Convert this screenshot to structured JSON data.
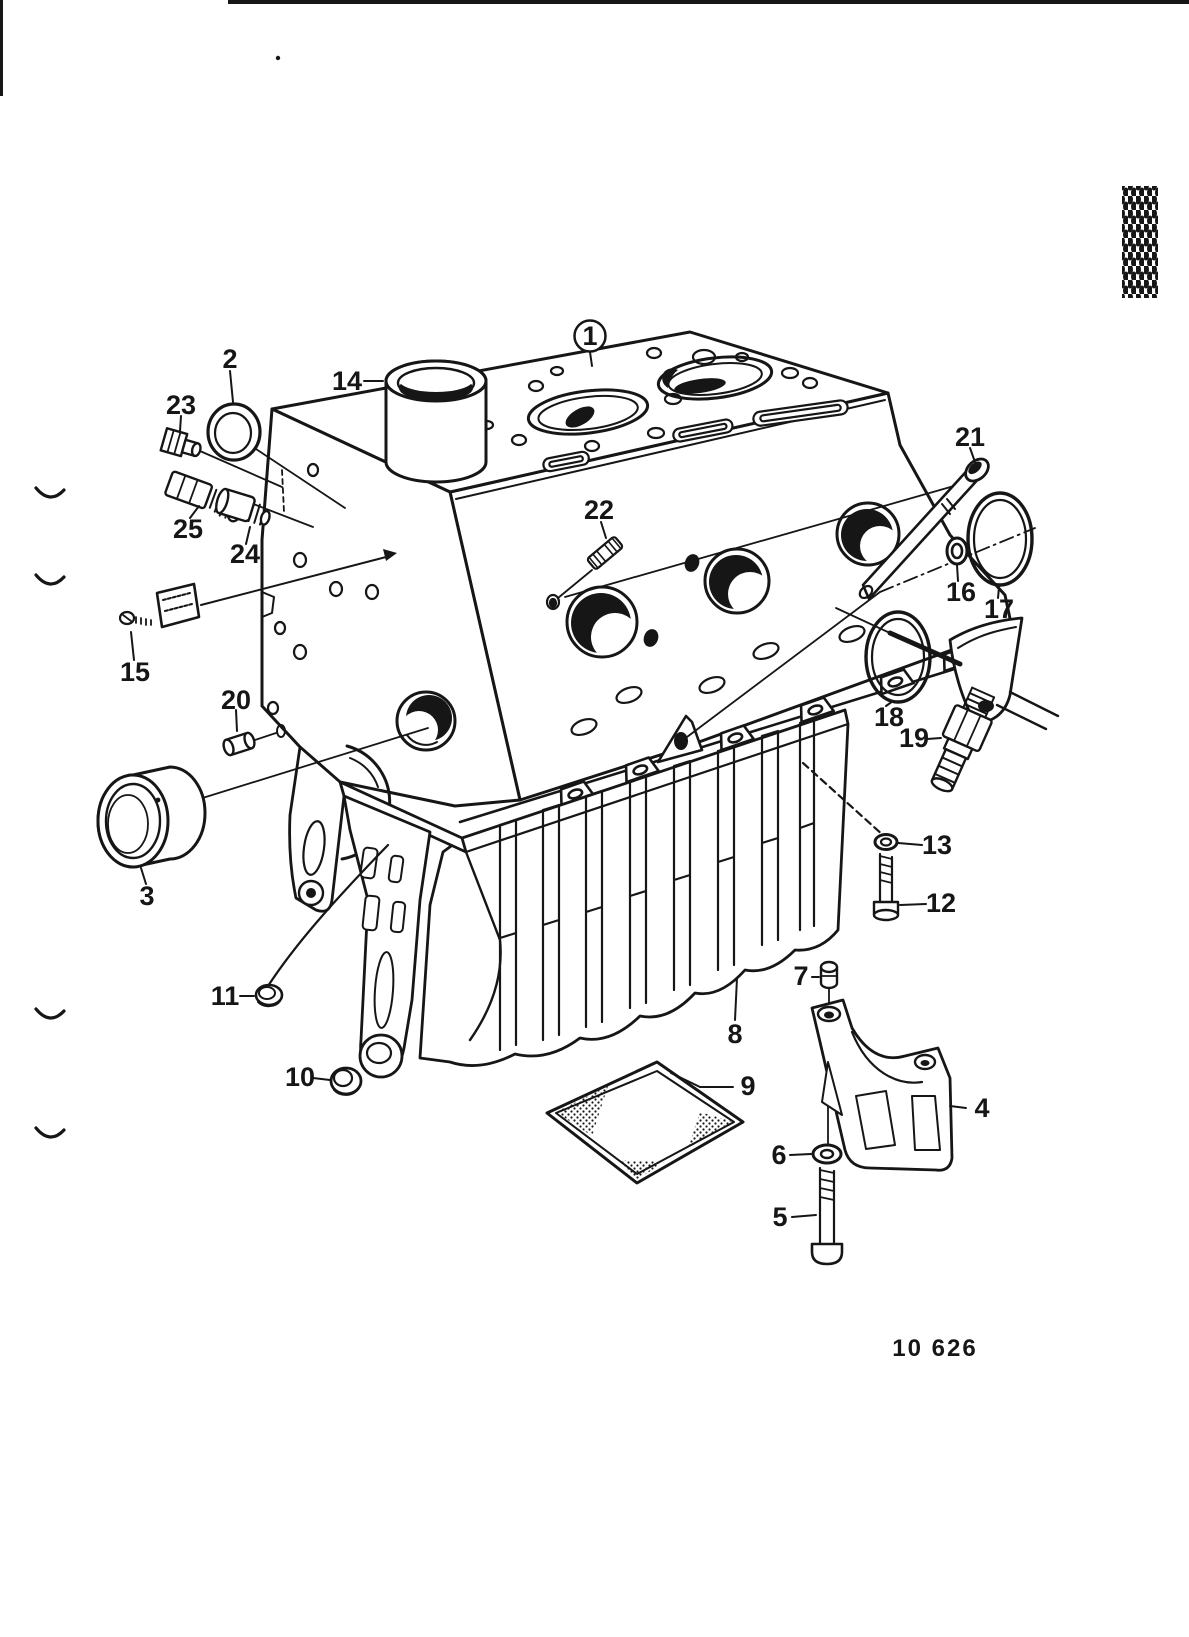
{
  "page": {
    "background": "#ffffff",
    "ink": "#161616",
    "drawing_number": "10 626",
    "subject": "engine-block-exploded-parts-diagram"
  },
  "callouts": [
    {
      "label": "1",
      "circled": true
    },
    {
      "label": "2"
    },
    {
      "label": "3"
    },
    {
      "label": "4"
    },
    {
      "label": "5"
    },
    {
      "label": "6"
    },
    {
      "label": "7"
    },
    {
      "label": "8"
    },
    {
      "label": "9"
    },
    {
      "label": "10"
    },
    {
      "label": "11"
    },
    {
      "label": "12"
    },
    {
      "label": "13"
    },
    {
      "label": "14"
    },
    {
      "label": "15"
    },
    {
      "label": "16"
    },
    {
      "label": "17"
    },
    {
      "label": "18"
    },
    {
      "label": "19"
    },
    {
      "label": "20"
    },
    {
      "label": "21"
    },
    {
      "label": "22"
    },
    {
      "label": "23"
    },
    {
      "label": "24"
    },
    {
      "label": "25"
    }
  ]
}
